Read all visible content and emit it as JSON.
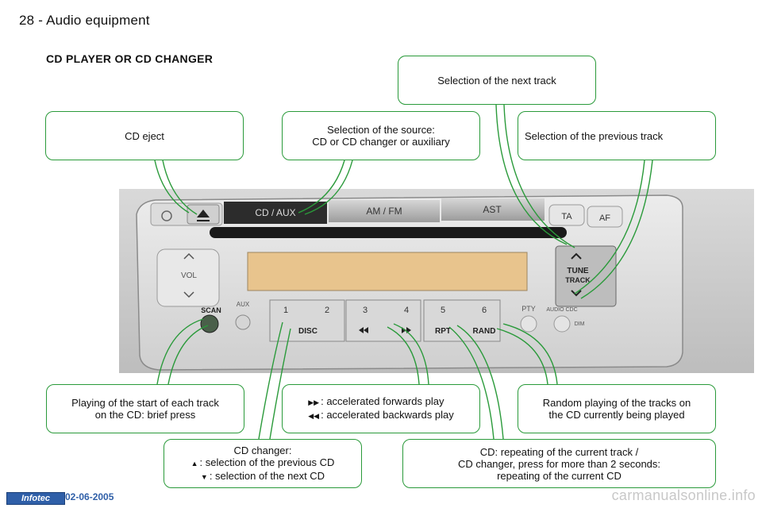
{
  "page": {
    "header": "28 - Audio equipment",
    "section_title": "CD PLAYER OR CD CHANGER"
  },
  "callouts": {
    "next_track": "Selection of the next track",
    "cd_eject": "CD eject",
    "source_1": "Selection of the source:",
    "source_2": "CD or CD changer or auxiliary",
    "prev_track": "Selection of the previous track",
    "scan_1": "Playing of the start of each track",
    "scan_2": "on the CD: brief press",
    "ffwd_1": ": accelerated forwards play",
    "ffwd_2": ": accelerated backwards play",
    "rand_1": "Random playing of the tracks on",
    "rand_2": "the CD currently being played",
    "disc_1": "CD changer:",
    "disc_2": ": selection of the previous CD",
    "disc_3": ": selection of the next CD",
    "rpt_1": "CD: repeating of the current track /",
    "rpt_2": "CD changer, press for more than 2 seconds:",
    "rpt_3": "repeating of the current CD"
  },
  "radio": {
    "tab_cd_aux": "CD / AUX",
    "tab_am_fm": "AM / FM",
    "tab_ast": "AST",
    "btn_ta": "TA",
    "btn_af": "AF",
    "vol_label": "VOL",
    "scan_label": "SCAN",
    "aux_label": "AUX",
    "tune_label": "TUNE",
    "track_label": "TRACK",
    "num_1": "1",
    "num_2": "2",
    "num_3": "3",
    "num_4": "4",
    "num_5": "5",
    "num_6": "6",
    "disc_label": "DISC",
    "rpt_label": "RPT",
    "rand_label": "RAND",
    "pty_label": "PTY",
    "audio_label": "AUDIO CDC",
    "dim_label": "DIM"
  },
  "footer": {
    "logo": "Infotec",
    "date": "02-06-2005",
    "watermark": "carmanualsonline.info"
  },
  "colors": {
    "callout_border": "#2a9a3a",
    "display": "#e8c48d",
    "panel": "#a9a9a9"
  },
  "icons": {
    "eject": "eject-icon",
    "power": "power-icon",
    "ffwd": "fast-forward-icon",
    "rew": "rewind-icon",
    "up": "chevron-up-icon",
    "down": "chevron-down-icon"
  }
}
